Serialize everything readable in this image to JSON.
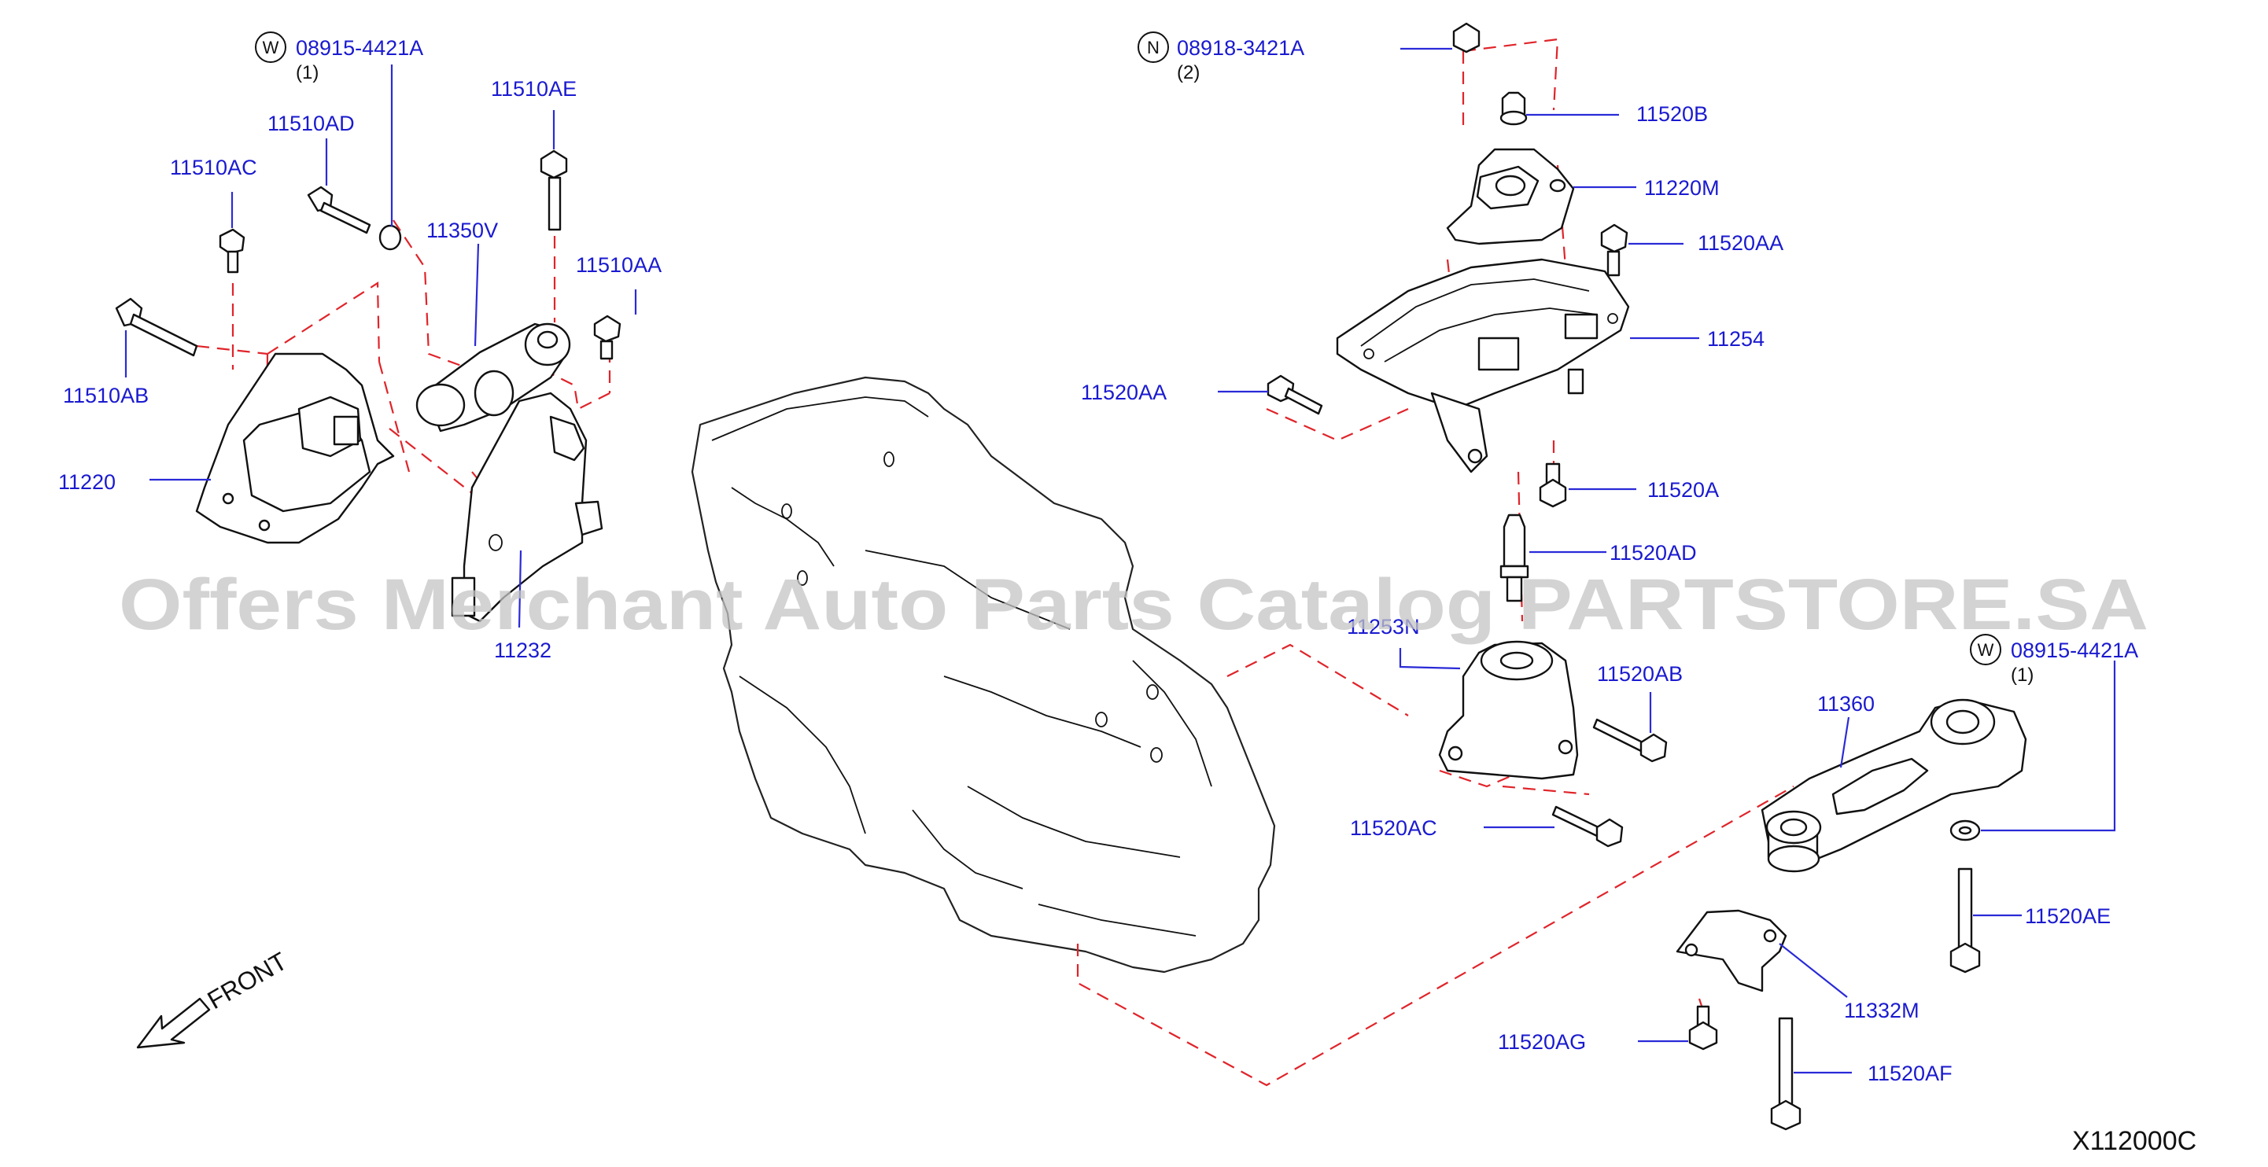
{
  "labels": {
    "p08915_left": "08915-4421A",
    "p08915_left_qty": "(1)",
    "p11510AD": "11510AD",
    "p11510AE": "11510AE",
    "p11510AC": "11510AC",
    "p11350V": "11350V",
    "p11510AA": "11510AA",
    "p11510AB": "11510AB",
    "p11220": "11220",
    "p11232": "11232",
    "p08918": "08918-3421A",
    "p08918_qty": "(2)",
    "p11520B": "11520B",
    "p11220M": "11220M",
    "p11520AA_r": "11520AA",
    "p11254": "11254",
    "p11520AA_l": "11520AA",
    "p11520A": "11520A",
    "p11520AD": "11520AD",
    "p11253N": "11253N",
    "p11520AB": "11520AB",
    "p11520AC": "11520AC",
    "p08915_right": "08915-4421A",
    "p08915_right_qty": "(1)",
    "p11360": "11360",
    "p11520AE": "11520AE",
    "p11332M": "11332M",
    "p11520AG": "11520AG",
    "p11520AF": "11520AF"
  },
  "symbols": {
    "washer_left": "W",
    "nut": "N",
    "washer_right": "W"
  },
  "diagram_code": "X112000C",
  "front_label": "FRONT",
  "watermark": "Offers Merchant Auto Parts Catalog PARTSTORE.SA",
  "colors": {
    "part_number": "#1a1ad0",
    "dashed_line": "#e0242a",
    "line_art": "#111111"
  }
}
